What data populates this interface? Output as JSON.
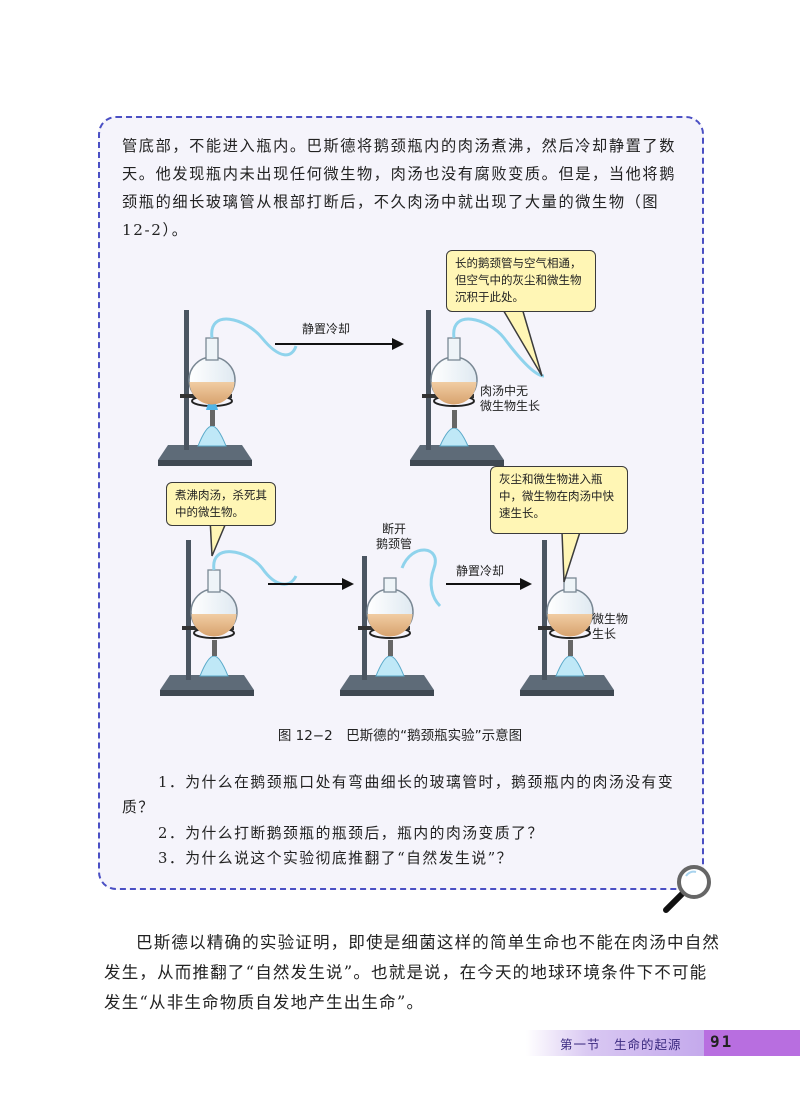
{
  "intro_text": "管底部，不能进入瓶内。巴斯德将鹅颈瓶内的肉汤煮沸，然后冷却静置了数天。他发现瓶内未出现任何微生物，肉汤也没有腐败变质。但是，当他将鹅颈瓶的细长玻璃管从根部打断后，不久肉汤中就出现了大量的微生物（图 12-2）。",
  "figure": {
    "arrow_top_label": "静置冷却",
    "callout_top_right": "长的鹅颈管与空气相通，但空气中的灰尘和微生物沉积于此处。",
    "label_no_microbes": "肉汤中无\n微生物生长",
    "callout_boil": "煮沸肉汤，杀死其中的微生物。",
    "label_break_neck": "断开\n鹅颈管",
    "arrow_bottom_label": "静置冷却",
    "callout_dust": "灰尘和微生物进入瓶中，微生物在肉汤中快速生长。",
    "label_microbes_grow": "微生物\n生长"
  },
  "caption": "图 12−2　巴斯德的“鹅颈瓶实验”示意图",
  "questions": [
    "1．为什么在鹅颈瓶口处有弯曲细长的玻璃管时，鹅颈瓶内的肉汤没有变质？",
    "2．为什么打断鹅颈瓶的瓶颈后，瓶内的肉汤变质了？",
    "3．为什么说这个实验彻底推翻了“自然发生说”？"
  ],
  "main_text": "巴斯德以精确的实验证明，即使是细菌这样的简单生命也不能在肉汤中自然发生，从而推翻了“自然发生说”。也就是说，在今天的地球环境条件下不可能发生“从非生命物质自发地产生出生命”。",
  "footer": {
    "section": "第一节　生命的起源",
    "page_number": "91"
  },
  "colors": {
    "box_border": "#4a4fc4",
    "box_bg": "#f5f4fb",
    "callout_bg": "#fff6b5",
    "broth": "#e8b98a",
    "glass_tube": "#8fd3ec",
    "stand": "#5e6b78",
    "footer_accent": "#b86ee0"
  },
  "icons": [
    "magnifier-icon",
    "arrow-right-icon"
  ]
}
